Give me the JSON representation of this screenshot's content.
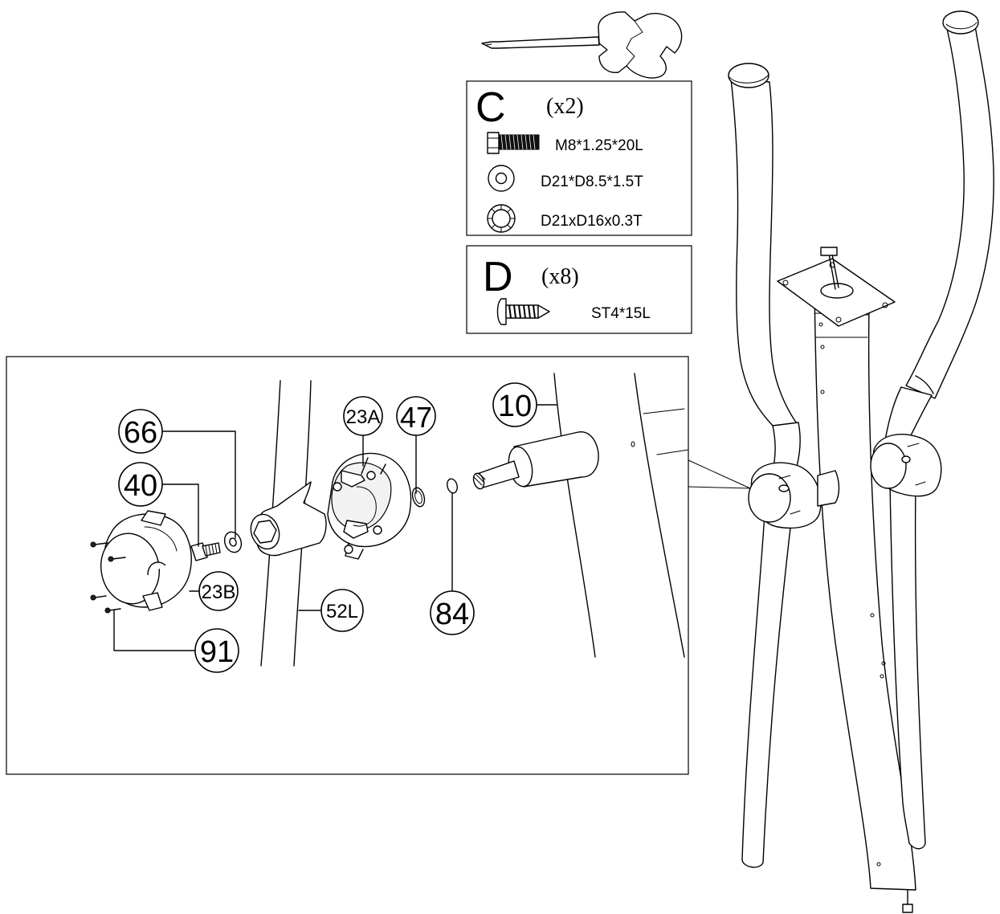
{
  "hardware": {
    "box_c": {
      "letter": "C",
      "qty": "(x2)",
      "items": [
        "M8*1.25*20L",
        "D21*D8.5*1.5T",
        "D21xD16x0.3T"
      ]
    },
    "box_d": {
      "letter": "D",
      "qty": "(x8)",
      "items": [
        "ST4*15L"
      ]
    }
  },
  "callouts": [
    "66",
    "40",
    "23A",
    "47",
    "10",
    "23B",
    "52L",
    "84",
    "91"
  ]
}
